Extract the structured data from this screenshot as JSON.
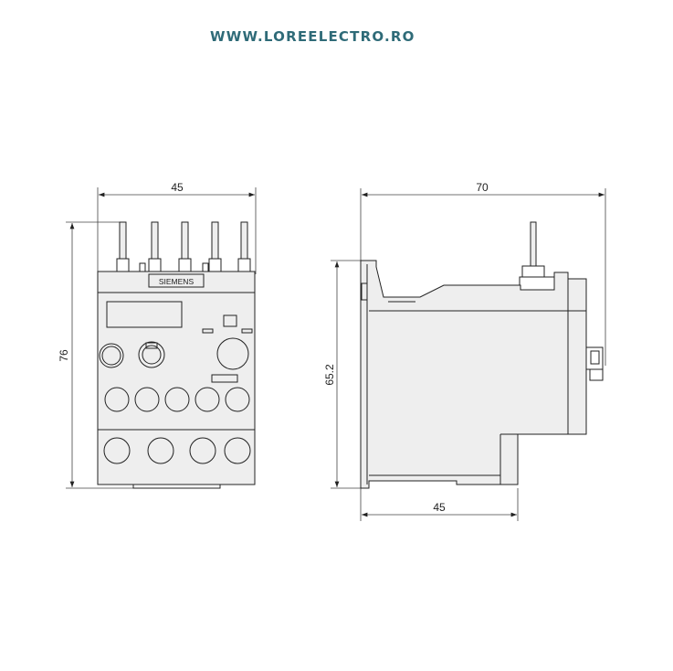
{
  "header": {
    "url": "WWW.LOREELECTRO.RO"
  },
  "front_view": {
    "width_dim": "45",
    "height_dim": "76",
    "brand": "SIEMENS"
  },
  "side_view": {
    "depth_dim": "70",
    "height_dim": "65.2",
    "base_dim": "45"
  }
}
